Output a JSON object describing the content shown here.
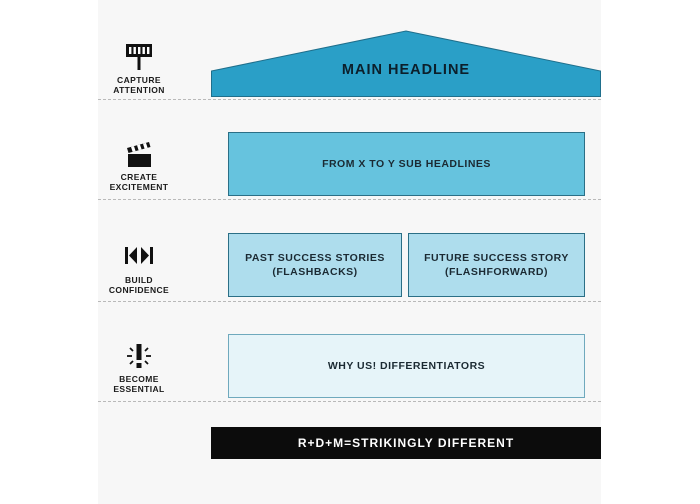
{
  "stages": [
    {
      "icon": "billboard-icon",
      "label_lines": [
        "CAPTURE",
        "ATTENTION"
      ]
    },
    {
      "icon": "clapperboard-icon",
      "label_lines": [
        "CREATE",
        "EXCITEMENT"
      ]
    },
    {
      "icon": "rewind-fastforward-icon",
      "label_lines": [
        "BUILD",
        "CONFIDENCE"
      ]
    },
    {
      "icon": "exclamation-burst-icon",
      "label_lines": [
        "BECOME",
        "ESSENTIAL"
      ]
    }
  ],
  "roof": {
    "title": "MAIN HEADLINE",
    "color": "#2a9fc7"
  },
  "subheadline": {
    "text": "FROM X TO Y SUB HEADLINES",
    "color": "#66c3de"
  },
  "stories": {
    "past": {
      "lines": [
        "PAST SUCCESS STORIES",
        "(FLASHBACKS)"
      ]
    },
    "future": {
      "lines": [
        "FUTURE SUCCESS STORY",
        "(FLASHFORWARD)"
      ]
    },
    "color": "#aedded"
  },
  "differentiators": {
    "text": "WHY US! DIFFERENTIATORS",
    "color": "#e6f4f9"
  },
  "foundation": {
    "text": "R+D+M=STRIKINGLY DIFFERENT",
    "color": "#0c0c0c"
  }
}
